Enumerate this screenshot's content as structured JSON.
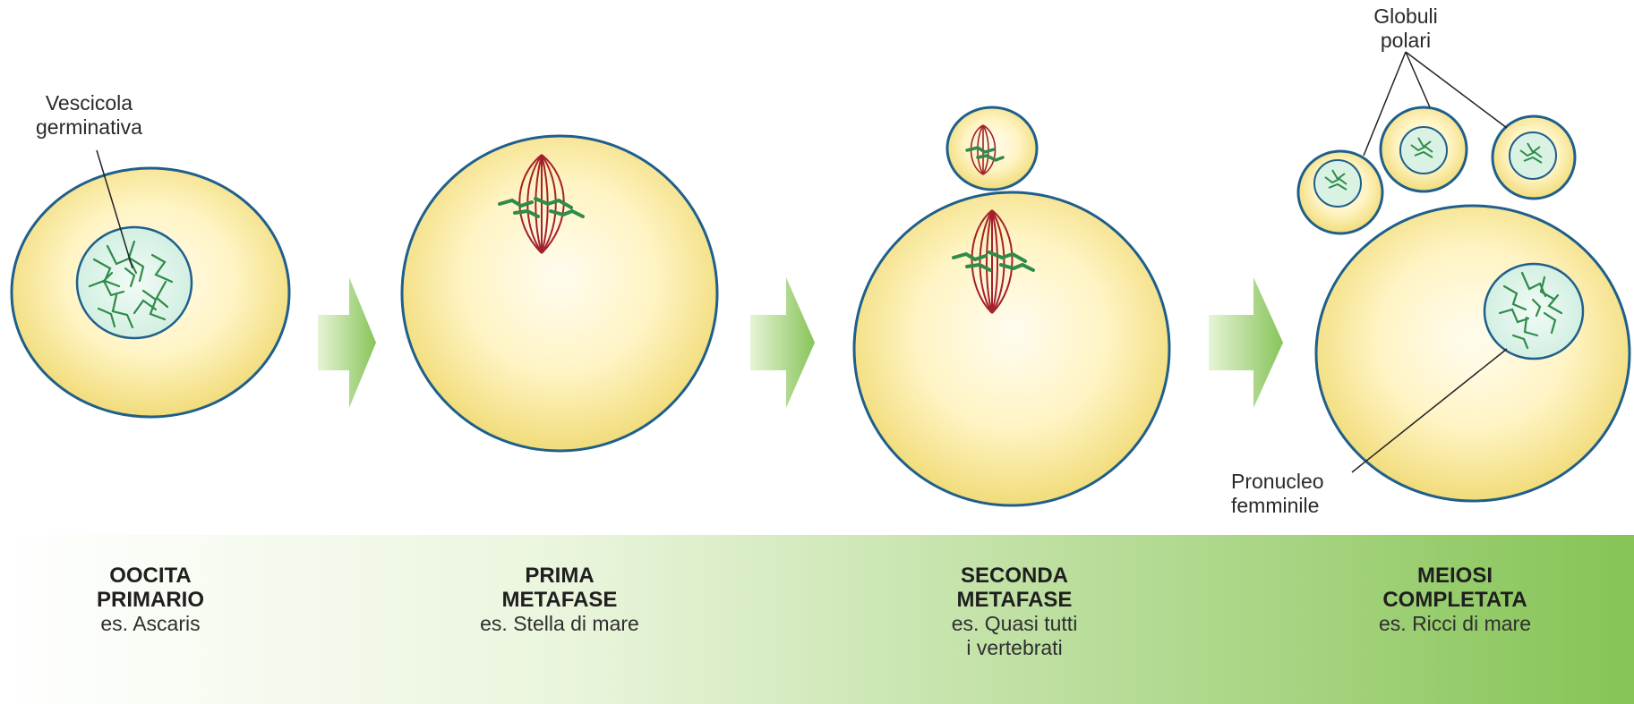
{
  "labels": {
    "vescicola": [
      "Vescicola",
      "germinativa"
    ],
    "globuli": [
      "Globuli",
      "polari"
    ],
    "pronucleo": [
      "Pronucleo",
      "femminile"
    ]
  },
  "stages": [
    {
      "title": [
        "OOCITA",
        "PRIMARIO"
      ],
      "example": [
        "es. Ascaris"
      ]
    },
    {
      "title": [
        "PRIMA",
        "METAFASE"
      ],
      "example": [
        "es. Stella di mare"
      ]
    },
    {
      "title": [
        "SECONDA",
        "METAFASE"
      ],
      "example": [
        "es. Quasi tutti",
        "i vertebrati"
      ]
    },
    {
      "title": [
        "MEIOSI",
        "COMPLETATA"
      ],
      "example": [
        "es. Ricci di mare"
      ]
    }
  ],
  "colors": {
    "cell_outline": "#1f5f8b",
    "cytoplasm_center": "#fffbe8",
    "cytoplasm_edge": "#f2df80",
    "chromatin": "#2e8b48",
    "spindle": "#a3202c",
    "arrow": "#9ed06c",
    "band": "#8cc65a"
  }
}
